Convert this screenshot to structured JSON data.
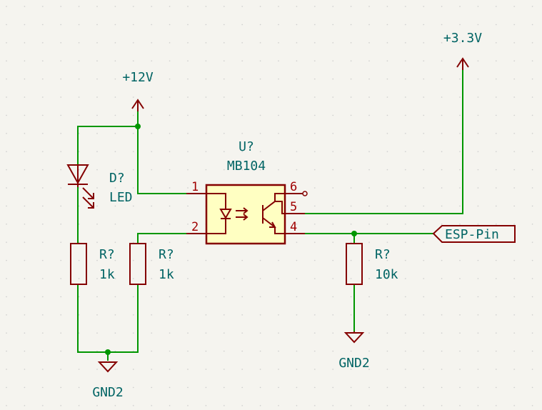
{
  "power": {
    "v12": "+12V",
    "v33": "+3.3V",
    "gnd_left": "GND2",
    "gnd_right": "GND2"
  },
  "led": {
    "ref": "D?",
    "value": "LED"
  },
  "opto": {
    "ref": "U?",
    "value": "MB104",
    "pins": [
      "1",
      "2",
      "6",
      "5",
      "4"
    ]
  },
  "r1": {
    "ref": "R?",
    "value": "1k"
  },
  "r2": {
    "ref": "R?",
    "value": "1k"
  },
  "r3": {
    "ref": "R?",
    "value": "10k"
  },
  "label": {
    "esp": "ESP-Pin"
  },
  "colors": {
    "wire": "#009600",
    "symbol": "#840000",
    "body_fill": "#ffffc2",
    "text": "#006464",
    "pin_number": "#a00000",
    "background": "#f5f4ef"
  }
}
